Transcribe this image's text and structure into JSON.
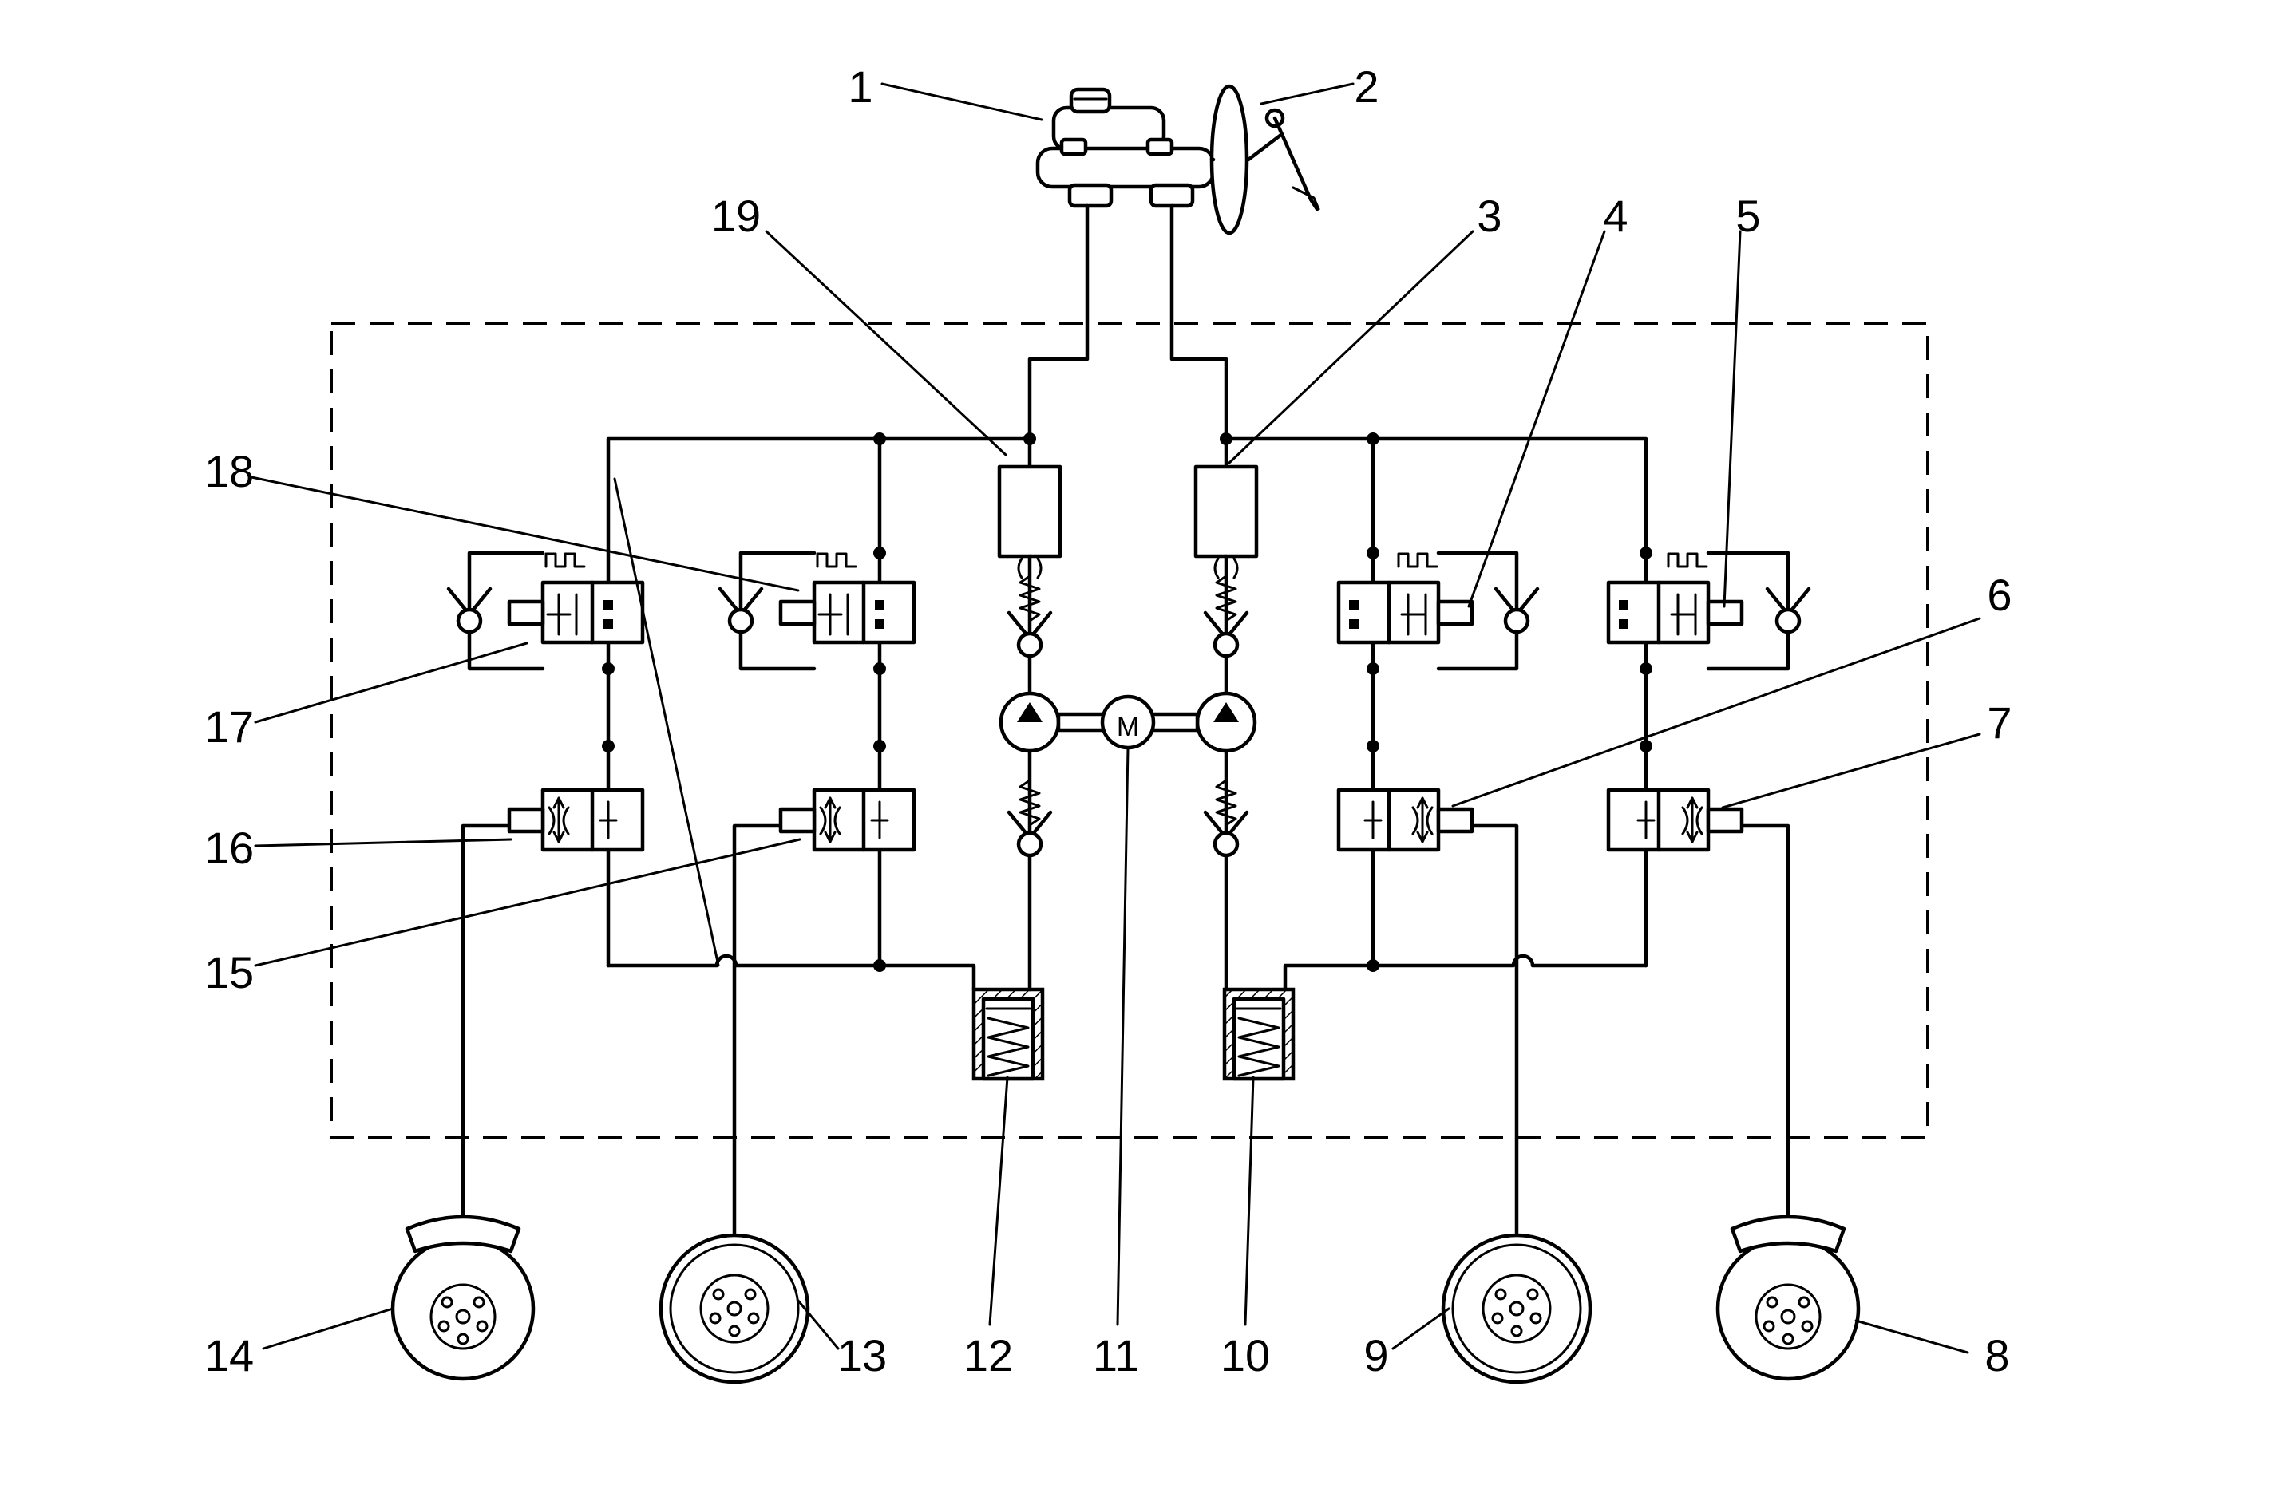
{
  "diagram": {
    "callouts": [
      "1",
      "2",
      "3",
      "4",
      "5",
      "6",
      "7",
      "8",
      "9",
      "10",
      "11",
      "12",
      "13",
      "14",
      "15",
      "16",
      "17",
      "18",
      "19"
    ],
    "motor_label": "M"
  }
}
